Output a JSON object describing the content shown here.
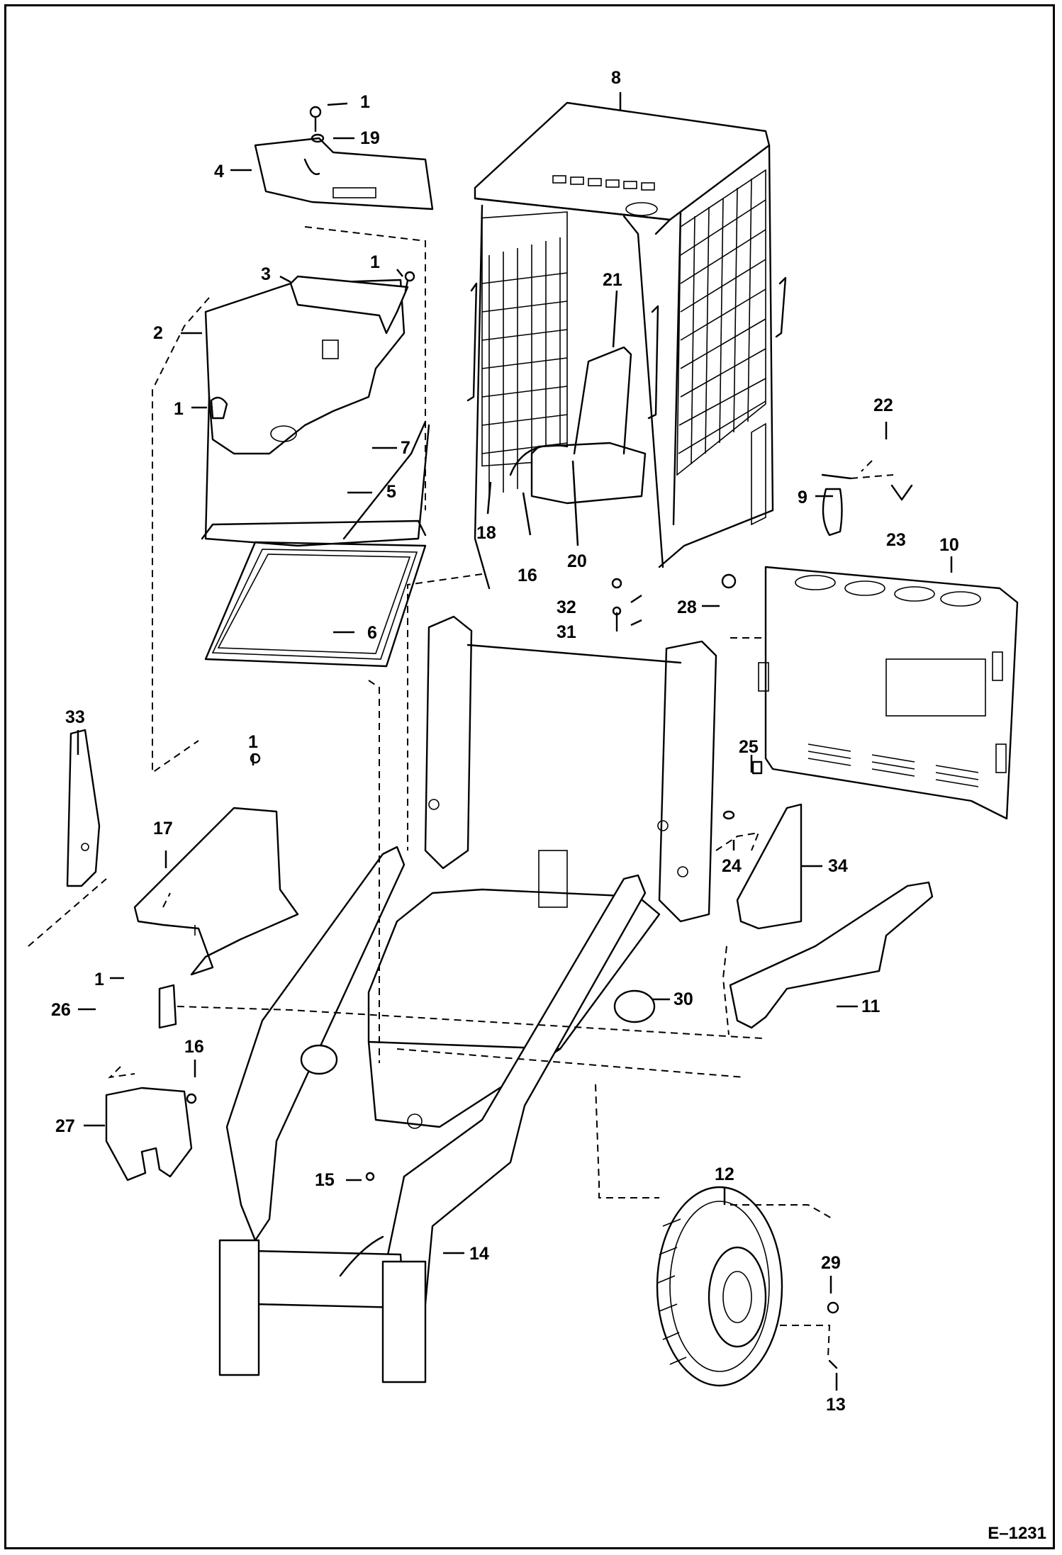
{
  "figure": {
    "code": "E–1231"
  },
  "callouts": {
    "c1a": "1",
    "c19": "19",
    "c4": "4",
    "c8": "8",
    "c1b": "1",
    "c3": "3",
    "c2": "2",
    "c1c": "1",
    "c7": "7",
    "c5": "5",
    "c6": "6",
    "c21": "21",
    "c18": "18",
    "c16a": "16",
    "c20": "20",
    "c32": "32",
    "c31": "31",
    "c28": "28",
    "c22": "22",
    "c9": "9",
    "c23": "23",
    "c10": "10",
    "c33": "33",
    "c1d": "1",
    "c17": "17",
    "c25": "25",
    "c24": "24",
    "c34": "34",
    "c1e": "1",
    "c26": "26",
    "c30": "30",
    "c11": "11",
    "c16b": "16",
    "c27": "27",
    "c15": "15",
    "c12": "12",
    "c14": "14",
    "c29": "29",
    "c13": "13"
  }
}
